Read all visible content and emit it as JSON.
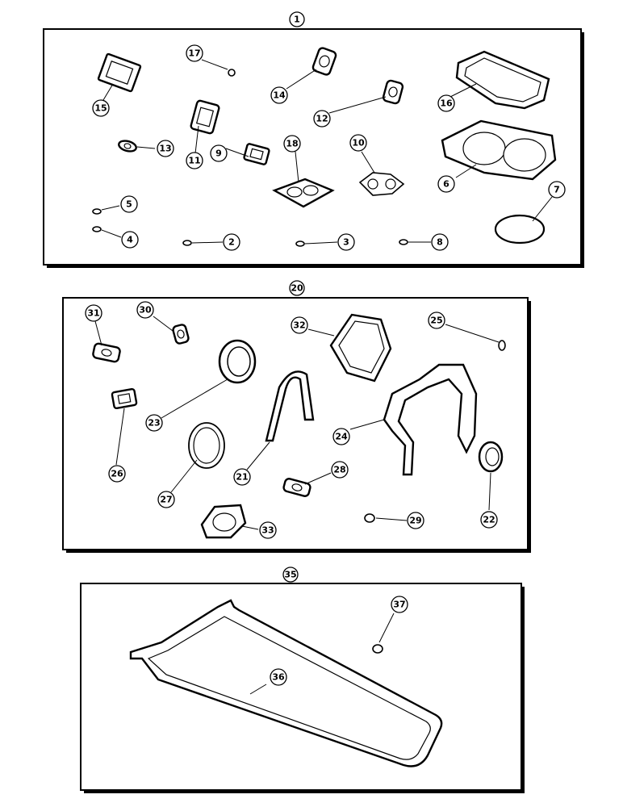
{
  "callouts": {
    "c1": "1",
    "c2": "2",
    "c3": "3",
    "c4": "4",
    "c5": "5",
    "c6": "6",
    "c7": "7",
    "c8": "8",
    "c9": "9",
    "c10": "10",
    "c11": "11",
    "c12": "12",
    "c13": "13",
    "c14": "14",
    "c15": "15",
    "c16": "16",
    "c17": "17",
    "c18": "18",
    "c20": "20",
    "c21": "21",
    "c22": "22",
    "c23": "23",
    "c24": "24",
    "c25": "25",
    "c26": "26",
    "c27": "27",
    "c28": "28",
    "c29": "29",
    "c30": "30",
    "c31": "31",
    "c32": "32",
    "c33": "33",
    "c35": "35",
    "c36": "36",
    "c37": "37"
  }
}
